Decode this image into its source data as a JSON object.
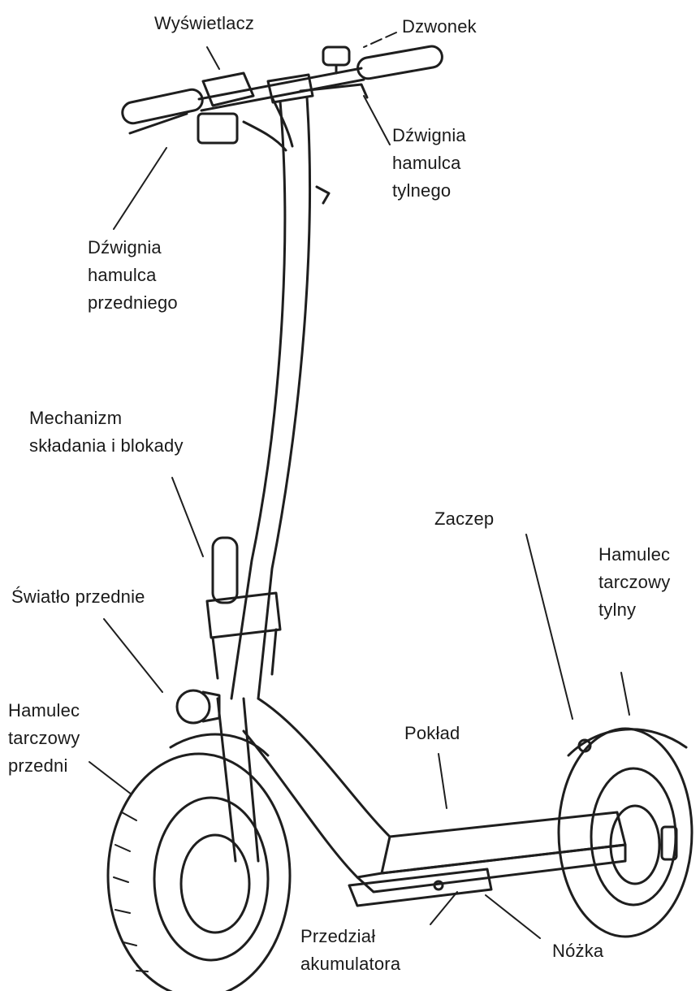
{
  "labels": {
    "display": "Wyświetlacz",
    "bell": "Dzwonek",
    "rear_brake_lever": [
      "Dźwignia",
      "hamulca",
      "tylnego"
    ],
    "front_brake_lever": [
      "Dźwignia",
      "hamulca",
      "przedniego"
    ],
    "folding_mechanism": [
      "Mechanizm",
      "składania i blokady"
    ],
    "hook": "Zaczep",
    "rear_disc_brake": [
      "Hamulec",
      "tarczowy",
      "tylny"
    ],
    "front_light": "Światło przednie",
    "front_disc_brake": [
      "Hamulec",
      "tarczowy",
      "przedni"
    ],
    "deck": "Pokład",
    "battery_compartment": [
      "Przedział",
      "akumulatora"
    ],
    "kickstand": "Nóżka"
  }
}
